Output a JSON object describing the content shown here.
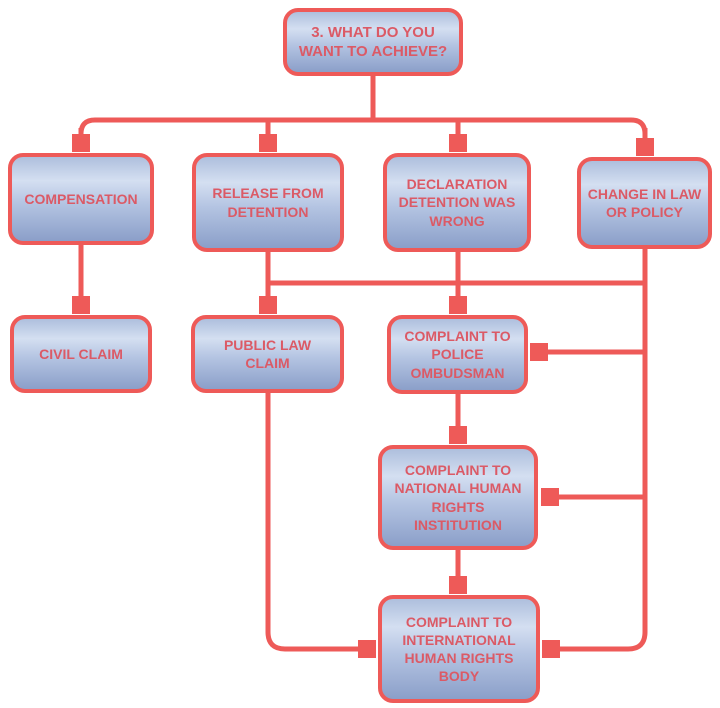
{
  "colors": {
    "connector": "#ee5a58",
    "node_border": "#ee5a58",
    "node_text": "#db5a66",
    "node_fill_top": "#aebfdd",
    "node_fill_light": "#d4dff1",
    "node_fill_bottom": "#8b9fc9",
    "background": "#ffffff"
  },
  "flowchart": {
    "root": {
      "id": "root",
      "label": "3. WHAT DO YOU\nWANT TO ACHIEVE?"
    },
    "goals": [
      {
        "id": "compensation",
        "label": "COMPENSATION"
      },
      {
        "id": "release",
        "label": "RELEASE FROM\nDETENTION"
      },
      {
        "id": "declaration",
        "label": "DECLARATION\nDETENTION WAS\nWRONG"
      },
      {
        "id": "change",
        "label": "CHANGE IN LAW\nOR POLICY"
      }
    ],
    "outcomes": [
      {
        "id": "civil-claim",
        "label": "CIVIL CLAIM"
      },
      {
        "id": "public-law-claim",
        "label": "PUBLIC LAW\nCLAIM"
      },
      {
        "id": "police-ombudsman",
        "label": "COMPLAINT TO\nPOLICE\nOMBUDSMAN"
      },
      {
        "id": "nhri",
        "label": "COMPLAINT TO\nNATIONAL HUMAN\nRIGHTS\nINSTITUTION"
      },
      {
        "id": "int-body",
        "label": "COMPLAINT TO\nINTERNATIONAL\nHUMAN RIGHTS\nBODY"
      }
    ],
    "edges": [
      {
        "from": "root",
        "to": "compensation"
      },
      {
        "from": "root",
        "to": "release"
      },
      {
        "from": "root",
        "to": "declaration"
      },
      {
        "from": "root",
        "to": "change"
      },
      {
        "from": "compensation",
        "to": "civil-claim"
      },
      {
        "from": "release",
        "to": "public-law-claim"
      },
      {
        "from": "change",
        "to": "public-law-claim"
      },
      {
        "from": "declaration",
        "to": "police-ombudsman"
      },
      {
        "from": "change",
        "to": "police-ombudsman"
      },
      {
        "from": "police-ombudsman",
        "to": "nhri"
      },
      {
        "from": "change",
        "to": "nhri"
      },
      {
        "from": "nhri",
        "to": "int-body"
      },
      {
        "from": "public-law-claim",
        "to": "int-body"
      },
      {
        "from": "change",
        "to": "int-body"
      }
    ]
  }
}
